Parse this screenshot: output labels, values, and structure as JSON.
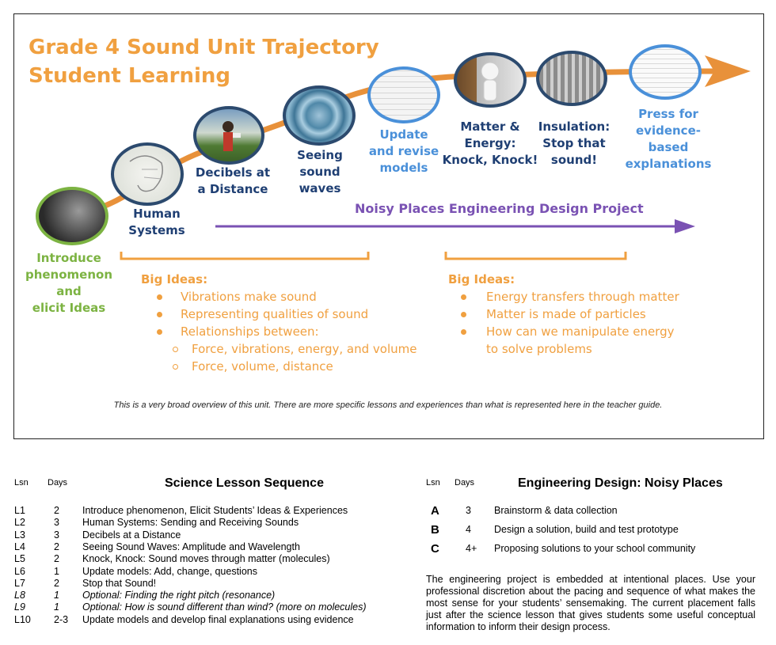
{
  "header": {
    "title_line1": "Grade 4 Sound Unit Trajectory",
    "title_line2": "Student Learning"
  },
  "stages": [
    {
      "lines": [
        "Introduce",
        "phenomenon",
        "and",
        "elicit Ideas"
      ],
      "color": "#7cb342",
      "icon": "phenomenon-photo-icon"
    },
    {
      "lines": [
        "Human",
        "Systems"
      ],
      "color": "#1f3f73",
      "icon": "human-anatomy-icon"
    },
    {
      "lines": [
        "Decibels at",
        "a Distance"
      ],
      "color": "#1f3f73",
      "icon": "megaphone-person-icon"
    },
    {
      "lines": [
        "Seeing",
        "sound",
        "waves"
      ],
      "color": "#1f3f73",
      "icon": "water-ripple-icon"
    },
    {
      "lines": [
        "Update",
        "and revise",
        "models"
      ],
      "color": "#4a90d9",
      "icon": "model-sheets-icon"
    },
    {
      "lines": [
        "Matter &",
        "Energy:",
        "Knock, Knock!"
      ],
      "color": "#1f3f73",
      "icon": "knocking-figure-icon"
    },
    {
      "lines": [
        "Insulation:",
        "Stop that",
        "sound!"
      ],
      "color": "#1f3f73",
      "icon": "insulation-panel-icon"
    },
    {
      "lines": [
        "Press for",
        "evidence-based",
        "explanations"
      ],
      "color": "#4a90d9",
      "icon": "explanation-sheet-icon"
    }
  ],
  "project": {
    "label": "Noisy Places Engineering Design Project",
    "color": "#7a52b3"
  },
  "big_ideas_left": {
    "title": "Big Ideas:",
    "items": [
      "Vibrations make sound",
      "Representing qualities of sound",
      "Relationships between:"
    ],
    "subitems": [
      "Force, vibrations, energy, and volume",
      "Force, volume, distance"
    ]
  },
  "big_ideas_right": {
    "title": "Big Ideas:",
    "items": [
      "Energy transfers through matter",
      "Matter is made of particles",
      "How can we manipulate energy",
      "to solve problems"
    ]
  },
  "overview_note": "This is a very broad overview of this unit. There are more specific lessons and experiences than what is represented here in the teacher guide.",
  "science_table": {
    "col_lsn": "Lsn",
    "col_days": "Days",
    "title": "Science Lesson Sequence",
    "rows": [
      {
        "lsn": "L1",
        "days": "2",
        "desc": "Introduce phenomenon, Elicit Students’ Ideas & Experiences",
        "italic": false
      },
      {
        "lsn": "L2",
        "days": "3",
        "desc": "Human Systems: Sending and Receiving Sounds",
        "italic": false
      },
      {
        "lsn": "L3",
        "days": "3",
        "desc": "Decibels at a Distance",
        "italic": false
      },
      {
        "lsn": "L4",
        "days": "2",
        "desc": "Seeing Sound Waves: Amplitude and Wavelength",
        "italic": false
      },
      {
        "lsn": "L5",
        "days": "2",
        "desc": "Knock, Knock: Sound moves through matter (molecules)",
        "italic": false
      },
      {
        "lsn": "L6",
        "days": "1",
        "desc": "Update models: Add, change, questions",
        "italic": false
      },
      {
        "lsn": "L7",
        "days": "2",
        "desc": "Stop that Sound!",
        "italic": false
      },
      {
        "lsn": "L8",
        "days": "1",
        "desc": "Optional: Finding the right pitch (resonance)",
        "italic": true
      },
      {
        "lsn": "L9",
        "days": "1",
        "desc": "Optional: How is sound different than wind? (more on molecules)",
        "italic": true
      },
      {
        "lsn": "L10",
        "days": "2-3",
        "desc": "Update models and develop final explanations using evidence",
        "italic": false
      }
    ]
  },
  "engineering_table": {
    "col_lsn": "Lsn",
    "col_days": "Days",
    "title": "Engineering Design: Noisy Places",
    "rows": [
      {
        "lsn": "A",
        "days": "3",
        "desc": "Brainstorm & data collection"
      },
      {
        "lsn": "B",
        "days": "4",
        "desc": "Design a solution, build and test prototype"
      },
      {
        "lsn": "C",
        "days": "4+",
        "desc": "Proposing solutions to your school community"
      }
    ]
  },
  "engineering_note": "The engineering project is embedded at intentional places. Use your professional discretion about the pacing and sequence of what makes the most sense for your students’ sensemaking. The current placement falls just after the science lesson that gives students some useful conceptual information to inform their design process.",
  "colors": {
    "orange": "#f0a040",
    "navy": "#1f3f73",
    "light_blue": "#4a90d9",
    "green": "#7cb342",
    "purple": "#7a52b3",
    "arrow_orange": "#e8913a"
  }
}
